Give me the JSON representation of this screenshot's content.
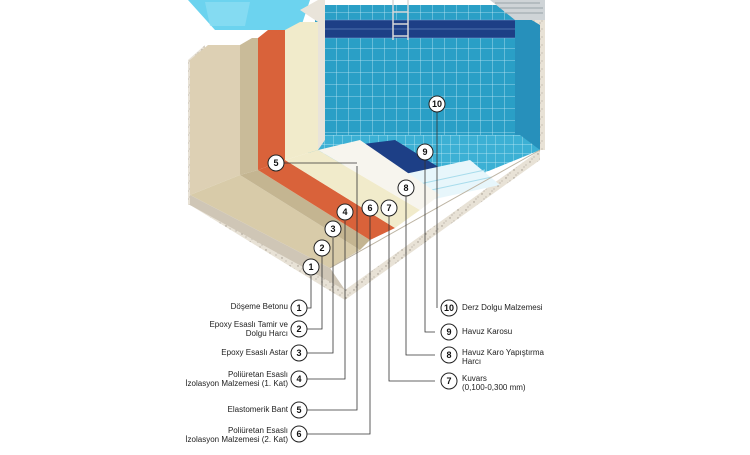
{
  "layers": [
    {
      "n": "1",
      "label": "Döşeme Betonu"
    },
    {
      "n": "2",
      "label": "Epoxy Esaslı Tamir ve\nDolgu Harcı"
    },
    {
      "n": "3",
      "label": "Epoxy Esaslı Astar"
    },
    {
      "n": "4",
      "label": "Poliüretan Esaslı\nİzolasyon Malzemesi (1. Kat)"
    },
    {
      "n": "5",
      "label": "Elastomerik Bant"
    },
    {
      "n": "6",
      "label": "Poliüretan Esaslı\nİzolasyon Malzemesi (2. Kat)"
    },
    {
      "n": "7",
      "label": "Kuvars\n(0,100-0,300 mm)"
    },
    {
      "n": "8",
      "label": "Havuz Karo Yapıştırma\nHarcı"
    },
    {
      "n": "9",
      "label": "Havuz Karosu"
    },
    {
      "n": "10",
      "label": "Derz Dolgu Malzemesi"
    }
  ],
  "colors": {
    "concrete": "#e9e4da",
    "tile": "#2aa0c8",
    "tile_dark": "#1d3f86",
    "water": "#6ad0ee",
    "orange": "#d9623a",
    "cream": "#f3eecf",
    "beige": "#d9c9a6"
  }
}
